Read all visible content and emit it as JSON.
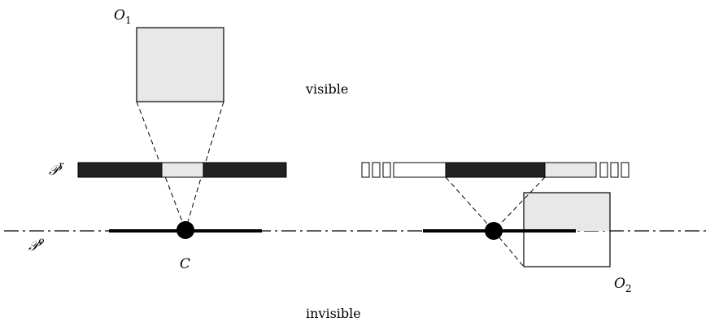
{
  "labels": {
    "o1": "O",
    "o1_sub": "1",
    "o2": "O",
    "o2_sub": "2",
    "visible": "visible",
    "invisible": "invisible",
    "p_r": "𝒫",
    "p_r_sup": "r",
    "p_o": "𝒫",
    "p_o_sup": "o",
    "c": "C"
  },
  "colors": {
    "ink": "#000000",
    "dark_segment": "#222222",
    "light_fill": "#e8e8e8",
    "white": "#ffffff"
  }
}
